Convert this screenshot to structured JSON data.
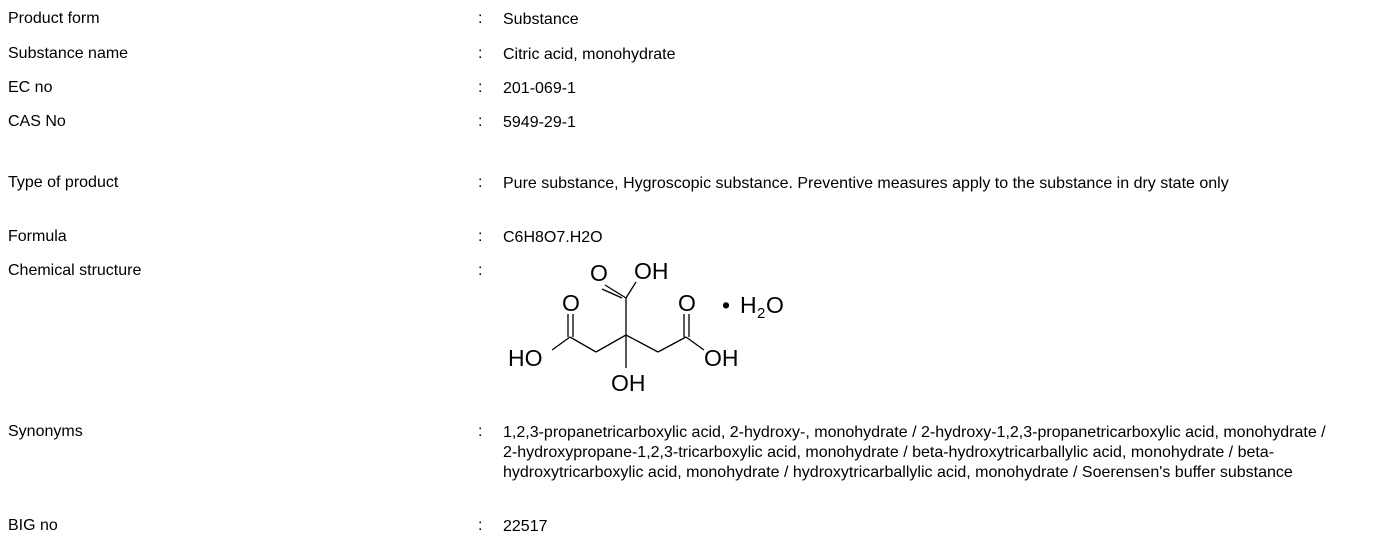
{
  "rows": [
    {
      "label": "Product form",
      "colon": ":",
      "value": "Substance"
    },
    {
      "label": "Substance name",
      "colon": ":",
      "value": "Citric acid, monohydrate"
    },
    {
      "label": "EC no",
      "colon": ":",
      "value": "201-069-1"
    },
    {
      "label": "CAS No",
      "colon": ":",
      "value": "5949-29-1"
    },
    {
      "label": "Type of product",
      "colon": ":",
      "value": "Pure substance, Hygroscopic substance. Preventive measures apply to the substance in dry state only"
    },
    {
      "label": "Formula",
      "colon": ":",
      "value": "C6H8O7.H2O"
    },
    {
      "label": "Chemical structure",
      "colon": ":",
      "value": ""
    },
    {
      "label": "Synonyms",
      "colon": ":",
      "value": "1,2,3-propanetricarboxylic acid, 2-hydroxy-, monohydrate / 2-hydroxy-1,2,3-propanetricarboxylic acid, monohydrate / 2-hydroxypropane-1,2,3-tricarboxylic acid, monohydrate / beta-hydroxytricarballylic acid, monohydrate / beta-hydroxytricarboxylic acid, monohydrate / hydroxytricarballylic acid, monohydrate / Soerensen's buffer substance"
    },
    {
      "label": "BIG no",
      "colon": ":",
      "value": "22517"
    }
  ],
  "structure": {
    "o_top": "O",
    "oh_top": "OH",
    "o_left": "O",
    "o_right": "O",
    "ho_left": "HO",
    "oh_right": "OH",
    "oh_bottom": "OH",
    "bullet": "•",
    "h": "H",
    "sub2": "2",
    "o_water": "O"
  }
}
